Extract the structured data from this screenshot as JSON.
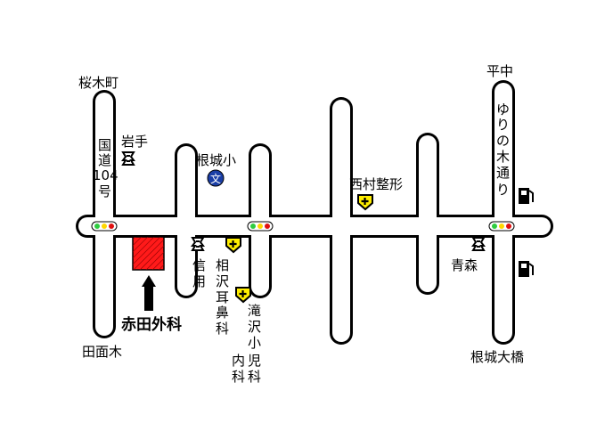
{
  "places": {
    "sakuragicho": "桜木町",
    "heichu": "平中",
    "denmengi": "田面木",
    "neshiro_ohashi": "根城大橋"
  },
  "roads": {
    "national_route_line1": "国",
    "national_route_line2": "道",
    "national_route_line3": "104",
    "national_route_line4": "号",
    "yurinoki_vertical": [
      "ゆ",
      "り",
      "の",
      "木",
      "通",
      "り"
    ]
  },
  "landmarks": {
    "iwate": "岩手",
    "neshiro_elementary": "根城小",
    "nishimura_seikei": "西村整形",
    "shinyou_vertical": [
      "信",
      "用"
    ],
    "aizawa_vertical": [
      "相",
      "沢",
      "耳",
      "鼻",
      "科"
    ],
    "takizawa_vertical": [
      "滝",
      "沢",
      "小"
    ],
    "naiji_vertical": [
      "内",
      "児"
    ],
    "ka_vertical": [
      "科",
      "科"
    ],
    "aomori": "青森",
    "target_clinic": "赤田外科"
  },
  "symbols": {
    "school_glyph": "文",
    "hospital_glyph": "✚"
  },
  "colors": {
    "road_fill": "#ffffff",
    "road_outline": "#000000",
    "clinic_fill": "#ff1a1a",
    "school_fill": "#1a3ea6",
    "hospital_fill": "#ffee00",
    "signal_green": "#2ecc40",
    "signal_yellow": "#ffd700",
    "signal_red": "#e01010"
  }
}
